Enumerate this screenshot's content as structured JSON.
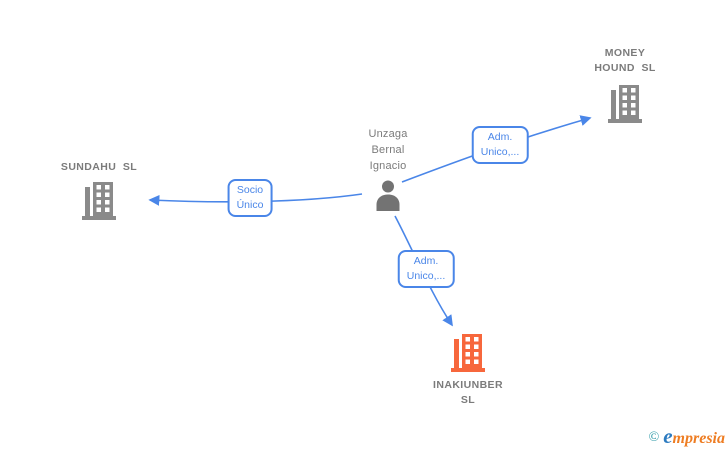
{
  "colors": {
    "edge_blue": "#4a86e8",
    "building_gray": "#8a8a8a",
    "person_gray": "#737373",
    "highlight_orange": "#f7673c",
    "node_text_gray": "#7b7b7b"
  },
  "graph": {
    "person": {
      "id": "person",
      "name": "Unzaga\nBernal\nIgnacio"
    },
    "companies": [
      {
        "id": "money-hound",
        "name": "MONEY\nHOUND  SL",
        "highlighted": false
      },
      {
        "id": "sundahu",
        "name": "SUNDAHU  SL",
        "highlighted": false
      },
      {
        "id": "inakiunber",
        "name": "INAKIUNBER\nSL",
        "highlighted": true
      }
    ],
    "edges": [
      {
        "from": "person",
        "to": "money-hound",
        "label": "Adm.\nUnico,..."
      },
      {
        "from": "person",
        "to": "sundahu",
        "label": "Socio\nÚnico"
      },
      {
        "from": "person",
        "to": "inakiunber",
        "label": "Adm.\nUnico,..."
      }
    ]
  },
  "watermark": {
    "copyright": "©",
    "brand_first_letter": "e",
    "brand_rest": "mpresia"
  }
}
